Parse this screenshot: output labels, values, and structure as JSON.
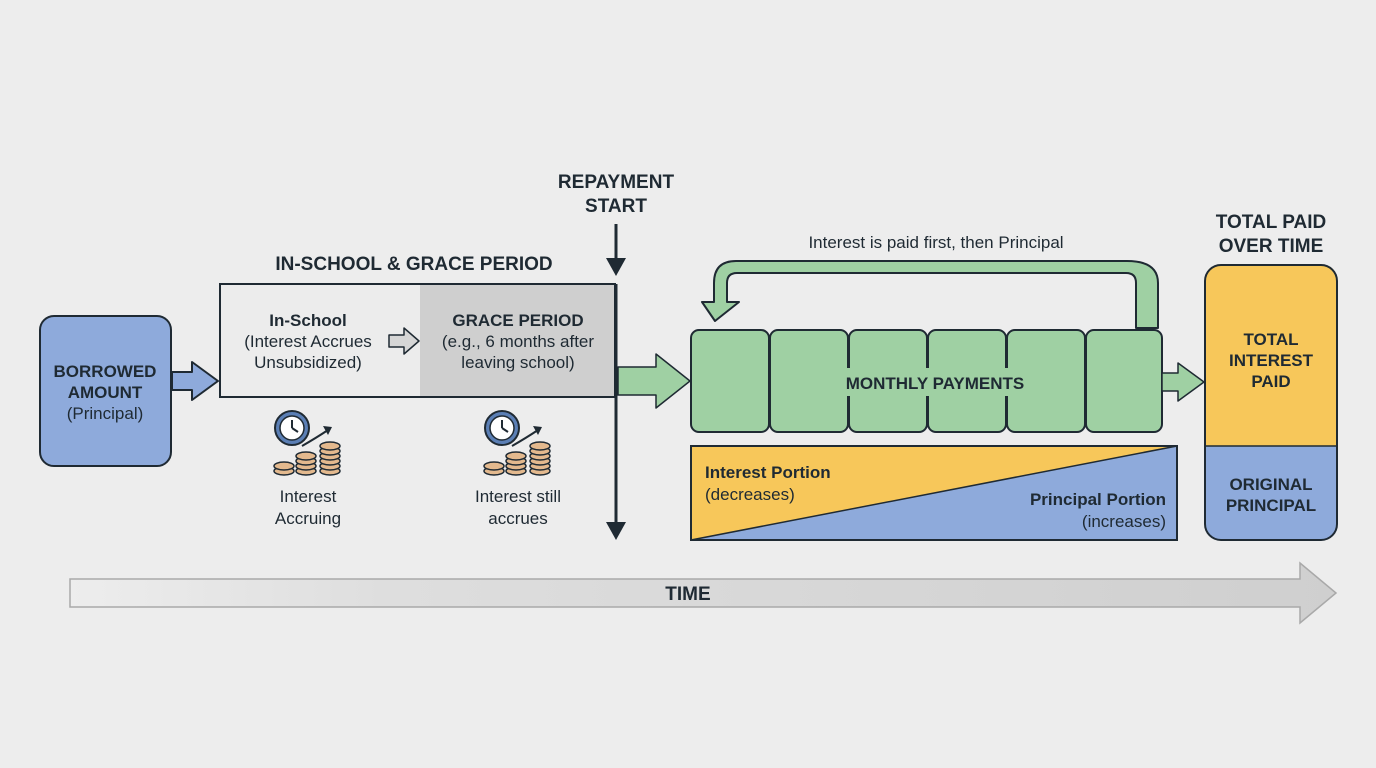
{
  "borrowed": {
    "line1": "BORROWED",
    "line2": "AMOUNT",
    "line3": "(Principal)"
  },
  "period_title": "IN-SCHOOL & GRACE PERIOD",
  "in_school": {
    "title": "In-School",
    "line2": "(Interest Accrues",
    "line3": "Unsubsidized)"
  },
  "grace": {
    "title": "GRACE PERIOD",
    "line2": "(e.g., 6 months after",
    "line3": "leaving school)"
  },
  "accrue1": {
    "line1": "Interest",
    "line2": "Accruing"
  },
  "accrue2": {
    "line1": "Interest still",
    "line2": "accrues"
  },
  "repayment": {
    "line1": "REPAYMENT",
    "line2": "START"
  },
  "loop_label": "Interest is paid first, then Principal",
  "monthly_label": "MONTHLY PAYMENTS",
  "interest_portion": {
    "title": "Interest Portion",
    "sub": "(decreases)"
  },
  "principal_portion": {
    "title": "Principal Portion",
    "sub": "(increases)"
  },
  "total_title": {
    "line1": "TOTAL PAID",
    "line2": "OVER TIME"
  },
  "total_interest": {
    "line1": "TOTAL",
    "line2": "INTEREST",
    "line3": "PAID"
  },
  "original_principal": {
    "line1": "ORIGINAL",
    "line2": "PRINCIPAL"
  },
  "time_label": "TIME",
  "colors": {
    "blue": "#8eaadb",
    "green": "#9fd0a3",
    "yellow": "#f7c75a",
    "grey_light": "#ececec",
    "grey_dark": "#cfcfcf",
    "ink": "#1f2a33"
  }
}
